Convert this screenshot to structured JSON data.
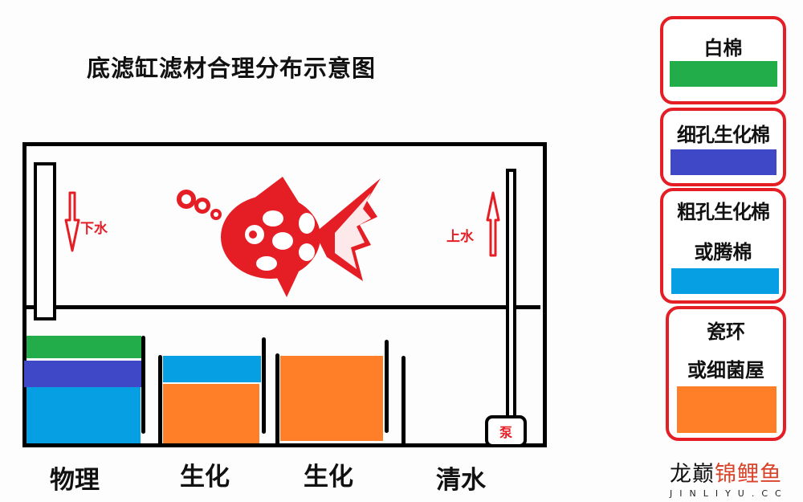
{
  "title": "底滤缸滤材合理分布示意图",
  "colors": {
    "white_cotton": "#22ad4a",
    "fine_bio_cotton": "#3f48c6",
    "coarse_bio_cotton": "#069fe3",
    "ceramic_rings": "#fe7f27",
    "accent_red": "#e51e25",
    "frame": "#000000"
  },
  "tank": {
    "overflow_label": "下水",
    "return_label": "上水",
    "pump_label": "泵",
    "decoration": "red-papercut-fish",
    "chambers": [
      {
        "label": "物理",
        "layers": [
          {
            "material": "白棉",
            "color": "#22ad4a"
          },
          {
            "material": "细孔生化棉",
            "color": "#3f48c6"
          },
          {
            "material": "粗孔生化棉或腾棉",
            "color": "#069fe3"
          }
        ]
      },
      {
        "label": "生化",
        "layers": [
          {
            "material": "粗孔生化棉或腾棉",
            "color": "#069fe3"
          },
          {
            "material": "瓷环或细菌屋",
            "color": "#fe7f27"
          }
        ]
      },
      {
        "label": "生化",
        "layers": [
          {
            "material": "瓷环或细菌屋",
            "color": "#fe7f27"
          }
        ]
      },
      {
        "label": "清水",
        "layers": []
      }
    ]
  },
  "legend": [
    {
      "line1": "白棉",
      "line2": "",
      "color": "#22ad4a"
    },
    {
      "line1": "细孔生化棉",
      "line2": "",
      "color": "#3f48c6"
    },
    {
      "line1": "粗孔生化棉",
      "line2": "或腾棉",
      "color": "#069fe3"
    },
    {
      "line1": "瓷环",
      "line2": "或细菌屋",
      "color": "#fe7f27"
    }
  ],
  "watermark": {
    "brand_black": "龙巅",
    "brand_red": "锦鲤鱼",
    "domain": "JINLIYU.CC"
  }
}
